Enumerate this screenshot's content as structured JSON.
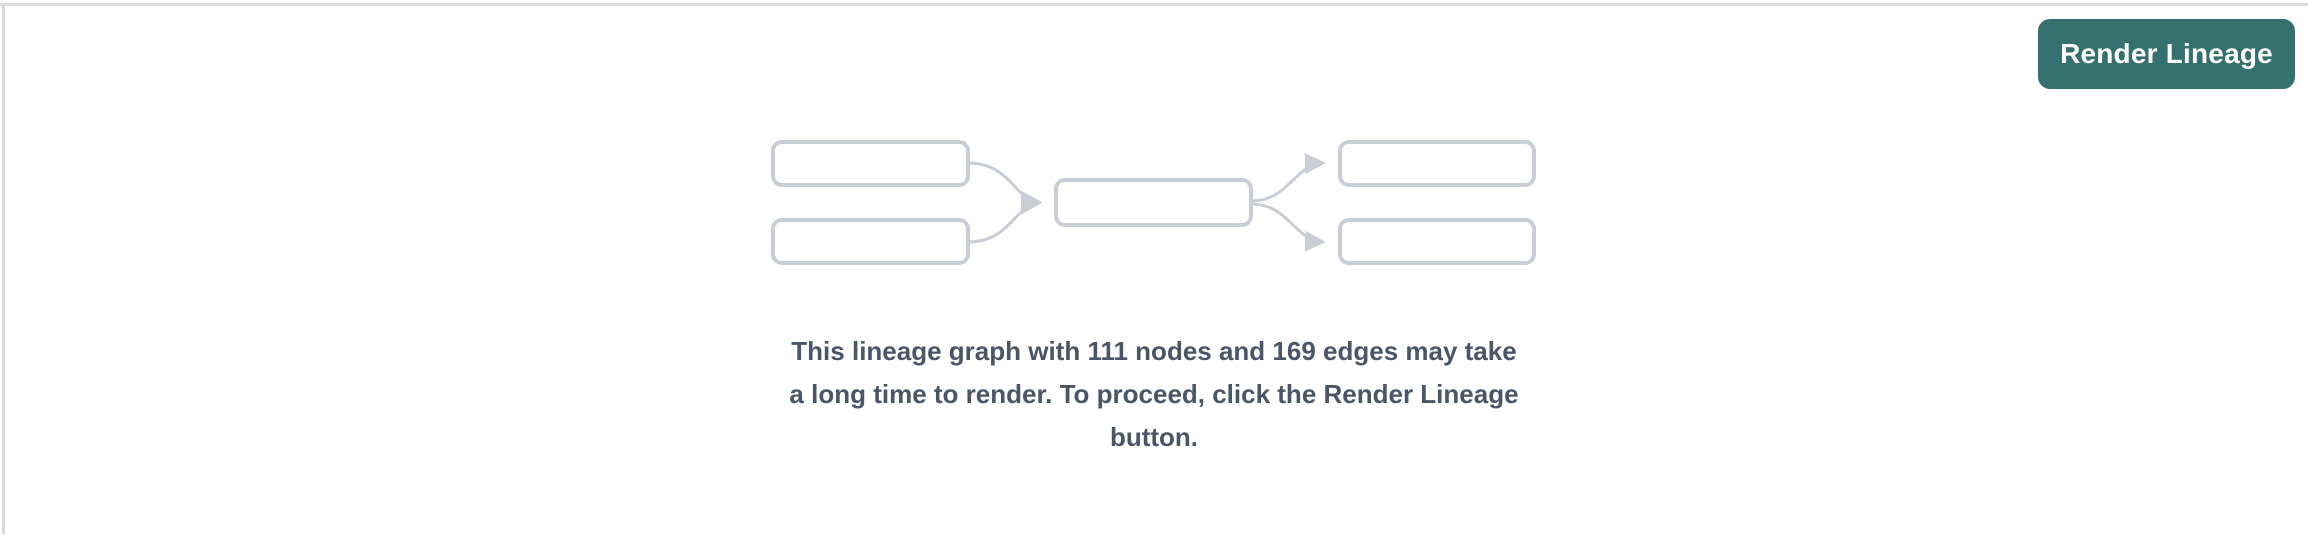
{
  "colors": {
    "accent": "#34706F",
    "button_text": "#FFFFFF",
    "illustration_stroke": "#C8CDD6",
    "message_text": "#4A5568",
    "page_border": "#DBDBDF"
  },
  "toolbar": {
    "render_button_label": "Render Lineage"
  },
  "lineage_prompt": {
    "node_count": "111",
    "edge_count": "169",
    "message_lines": [
      "This lineage graph with 111 nodes and 169 edges may take",
      "a long time to render. To proceed, click the Render Lineage",
      "button."
    ]
  }
}
